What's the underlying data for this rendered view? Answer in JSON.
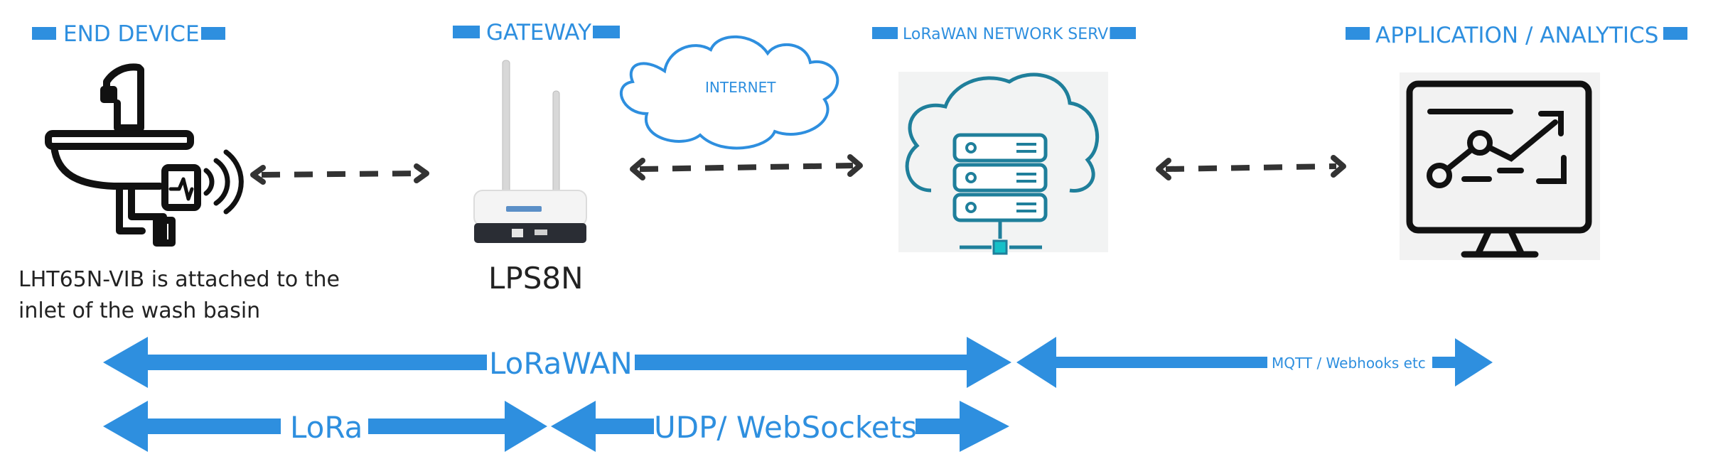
{
  "headers": {
    "end_device": "END DEVICE",
    "gateway": "GATEWAY",
    "network_server": "LoRaWAN NETWORK SERVER",
    "application": "APPLICATION / ANALYTICS"
  },
  "internet_label": "INTERNET",
  "gateway_name": "LPS8N",
  "device_caption": {
    "line1": "LHT65N-VIB is attached to the",
    "line2": "inlet of the wash basin"
  },
  "flows": {
    "lorawan": "LoRaWAN",
    "mqtt": "MQTT / Webhooks etc",
    "lora": "LoRa",
    "udp": "UDP/ WebSockets"
  },
  "colors": {
    "accent": "#2e8fdf",
    "server_icon": "#1f7f9b",
    "dark_arrow": "#333333"
  }
}
